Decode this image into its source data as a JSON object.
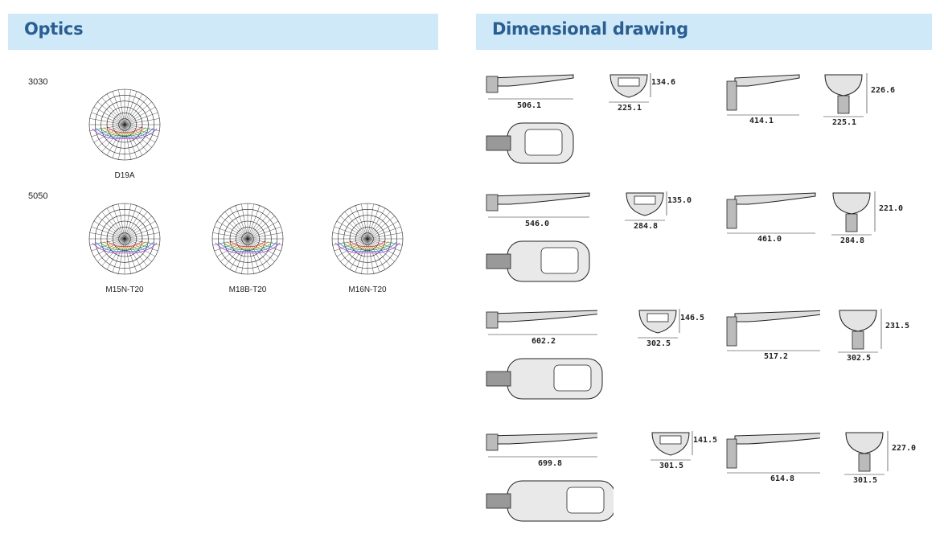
{
  "optics": {
    "title": "Optics",
    "rows": [
      {
        "label": "3030",
        "captions": [
          "D19A"
        ]
      },
      {
        "label": "5050",
        "captions": [
          "M15N-T20",
          "M18B-T20",
          "M16N-T20"
        ]
      }
    ]
  },
  "dimensional": {
    "title": "Dimensional drawing",
    "groups": [
      {
        "side_len": "506.1",
        "width": "225.1",
        "height": "134.6",
        "alt_len": "414.1",
        "alt_width": "225.1",
        "alt_height": "226.6"
      },
      {
        "side_len": "546.0",
        "width": "284.8",
        "height": "135.0",
        "alt_len": "461.0",
        "alt_width": "284.8",
        "alt_height": "221.0"
      },
      {
        "side_len": "602.2",
        "width": "302.5",
        "height": "146.5",
        "alt_len": "517.2",
        "alt_width": "302.5",
        "alt_height": "231.5"
      },
      {
        "side_len": "699.8",
        "width": "301.5",
        "height": "141.5",
        "alt_len": "614.8",
        "alt_width": "301.5",
        "alt_height": "227.0"
      }
    ]
  }
}
